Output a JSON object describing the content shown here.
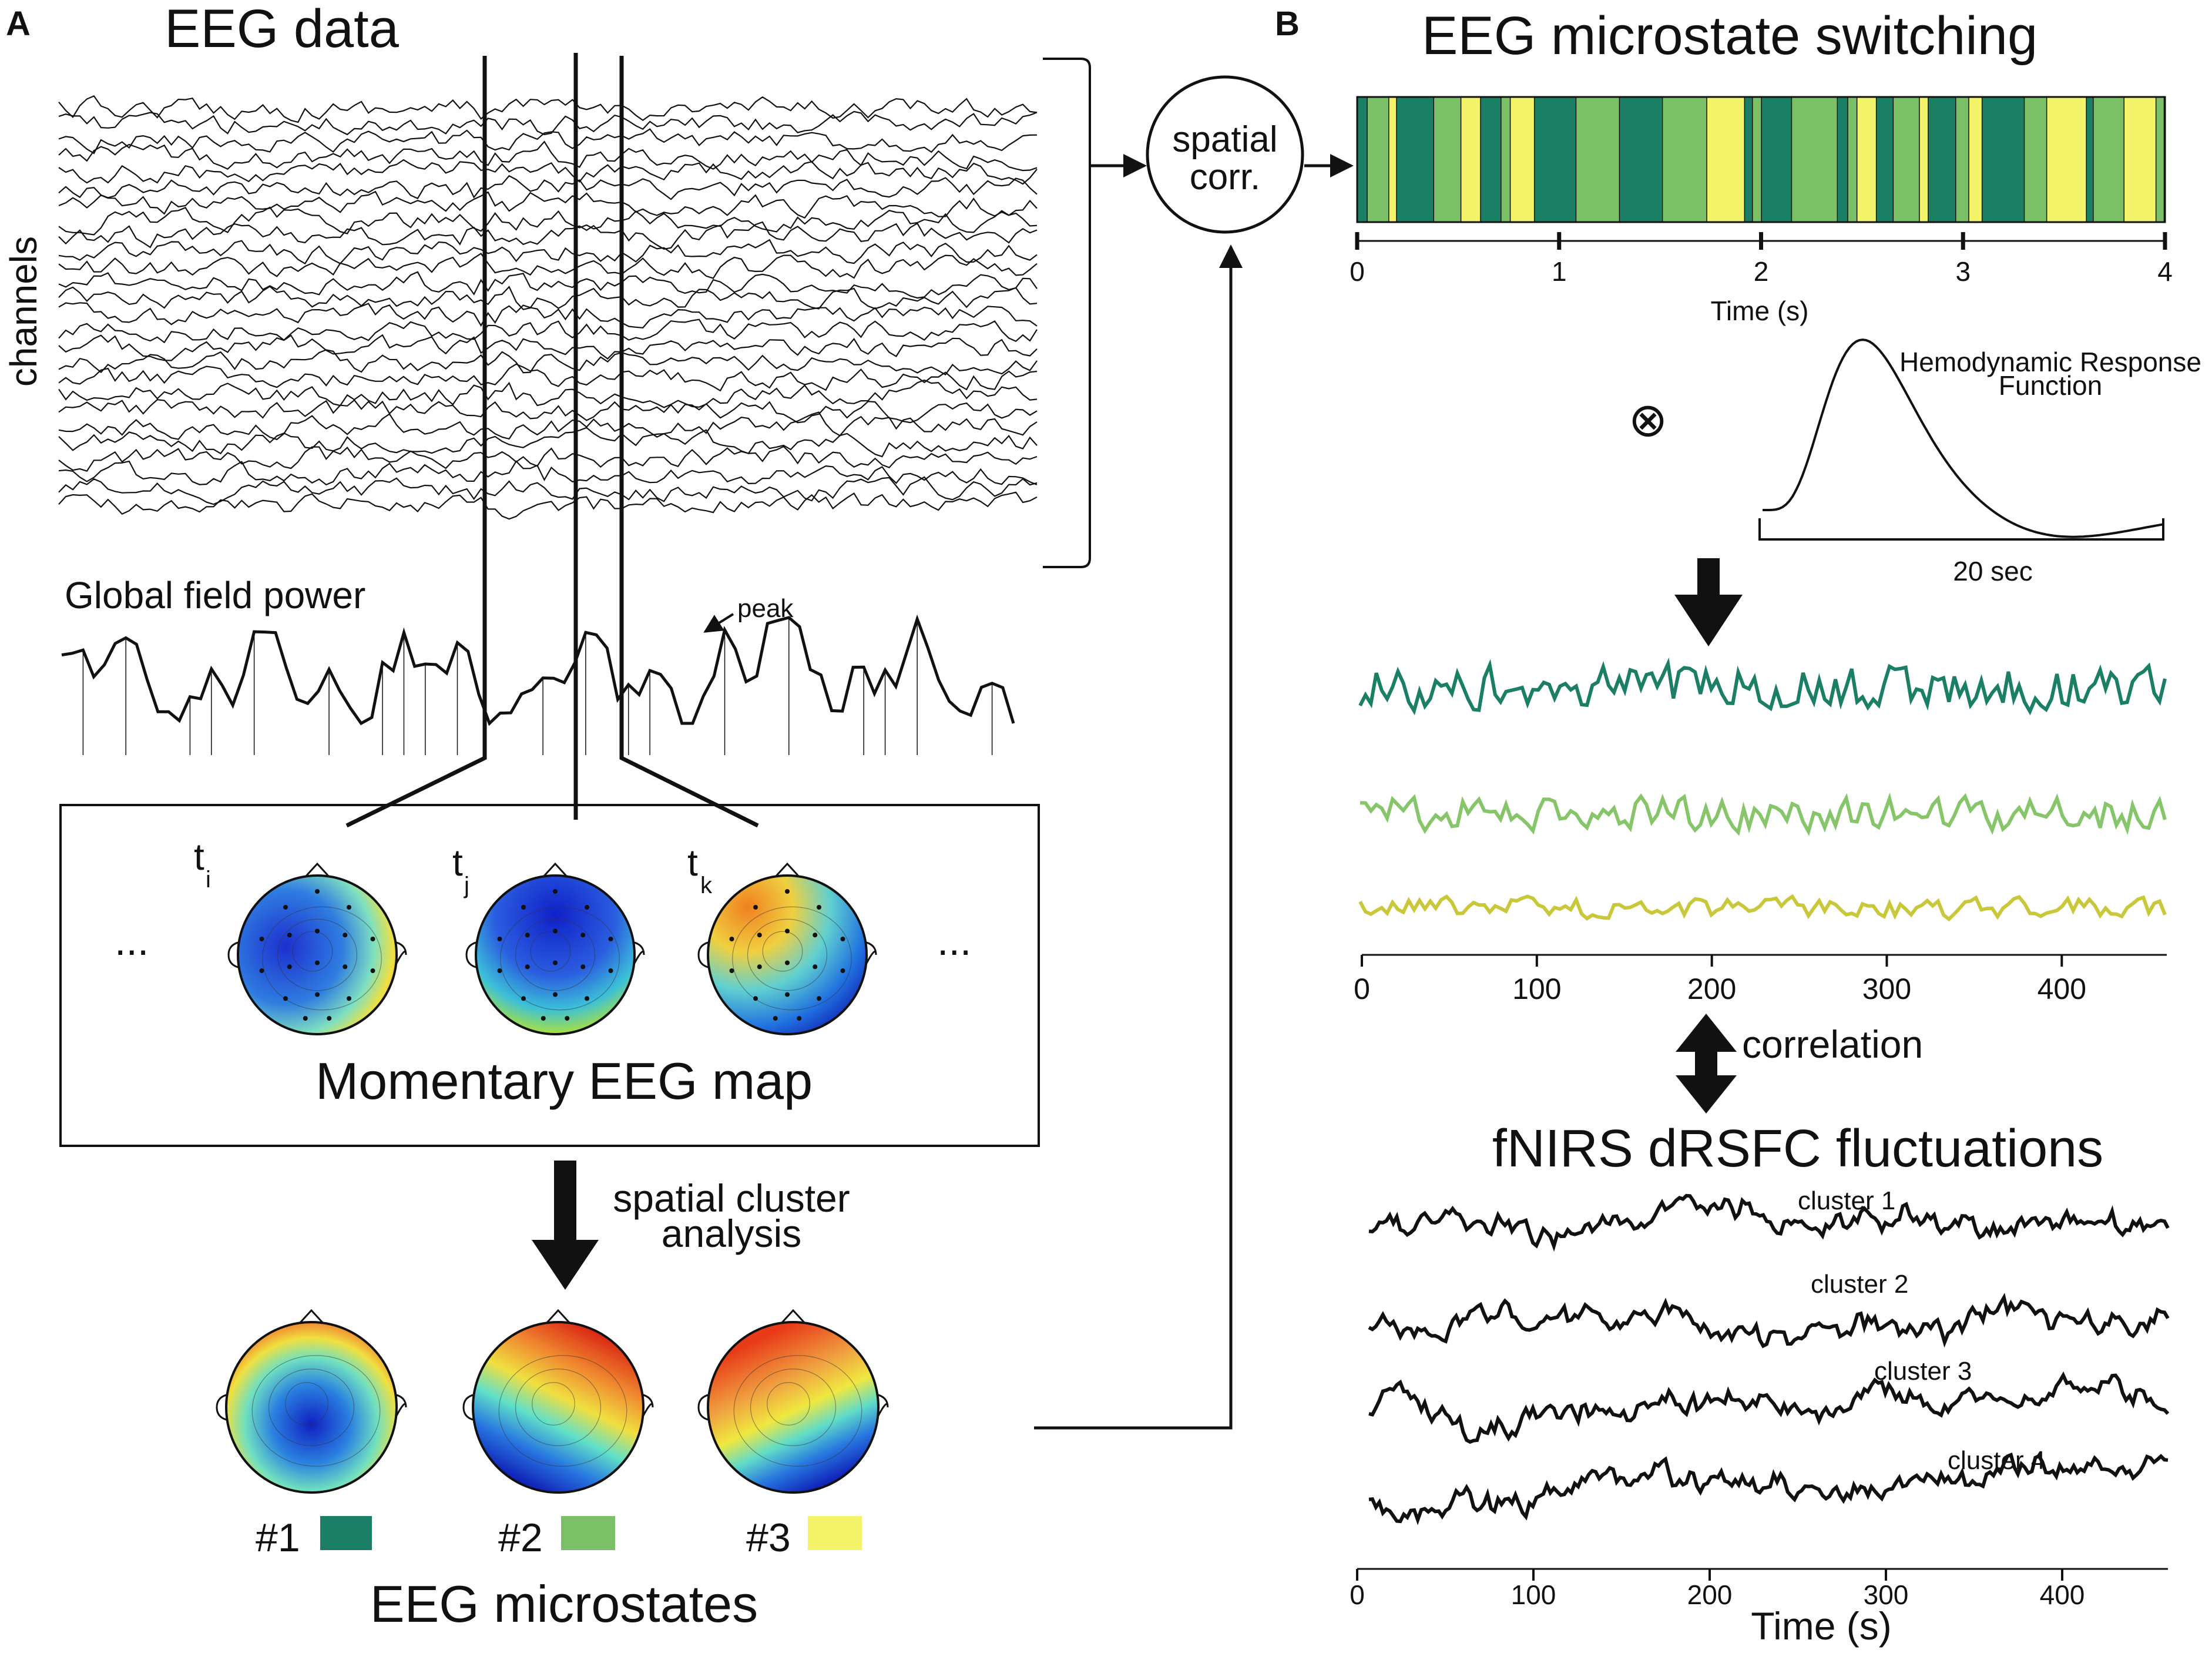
{
  "colors": {
    "ink": "#111111",
    "microstate_1": "#1b7f66",
    "microstate_2": "#7bbf66",
    "microstate_3": "#f4f46a",
    "hrf_trace_1": "#1b7f66",
    "hrf_trace_2": "#86c56a",
    "hrf_trace_3": "#c8c83a"
  },
  "panel_a": {
    "letter": "A",
    "eeg_title": "EEG data",
    "channels_label": "channels",
    "gfp_label": "Global field power",
    "peak_label": "peak",
    "time_labels": [
      "t",
      "t",
      "t"
    ],
    "time_subscripts": [
      "i",
      "j",
      "k"
    ],
    "ellipsis_left": "...",
    "ellipsis_right": "...",
    "momentary_label": "Momentary EEG map",
    "cluster_label_line1": "spatial cluster",
    "cluster_label_line2": "analysis",
    "microstates": [
      {
        "label": "#1",
        "color_key": "microstate_1"
      },
      {
        "label": "#2",
        "color_key": "microstate_2"
      },
      {
        "label": "#3",
        "color_key": "microstate_3"
      }
    ],
    "microstates_title": "EEG microstates"
  },
  "panel_b": {
    "letter": "B",
    "switch_title": "EEG microstate switching",
    "corr_node_line1": "spatial",
    "corr_node_line2": "corr.",
    "switch_ticks": [
      "0",
      "1",
      "2",
      "3",
      "4"
    ],
    "switch_xlabel": "Time (s)",
    "convolve_symbol": "⊗",
    "hrf_label_line1": "Hemodynamic Response",
    "hrf_label_line2": "Function",
    "hrf_scale_label": "20 sec",
    "trace_ticks": [
      "0",
      "100",
      "200",
      "300",
      "400"
    ],
    "correlation_label": "correlation",
    "fnirs_title": "fNIRS dRSFC fluctuations",
    "clusters": [
      "cluster 1",
      "cluster 2",
      "cluster 3",
      "cluster 4"
    ],
    "fnirs_ticks": [
      "0",
      "100",
      "200",
      "300",
      "400"
    ],
    "fnirs_xlabel": "Time (s)"
  },
  "chart_data": [
    {
      "type": "line",
      "title": "",
      "xlabel": "Time (s)",
      "ylabel": "",
      "xlim": [
        0,
        4
      ],
      "x_ticks": [
        0,
        1,
        2,
        3,
        4
      ],
      "series_description_visible": false
    },
    {
      "type": "line",
      "title": "",
      "xlabel": "",
      "ylabel": "",
      "xlim": [
        0,
        460
      ],
      "x_ticks": [
        0,
        100,
        200,
        300,
        400
      ],
      "series": [
        {
          "color_key": "hrf_trace_1"
        },
        {
          "color_key": "hrf_trace_2"
        },
        {
          "color_key": "hrf_trace_3"
        }
      ]
    },
    {
      "type": "line",
      "title": "",
      "xlabel": "Time (s)",
      "ylabel": "",
      "xlim": [
        0,
        460
      ],
      "x_ticks": [
        0,
        100,
        200,
        300,
        400
      ],
      "series": [
        {
          "name": "cluster 1"
        },
        {
          "name": "cluster 2"
        },
        {
          "name": "cluster 3"
        },
        {
          "name": "cluster 4"
        }
      ]
    }
  ]
}
